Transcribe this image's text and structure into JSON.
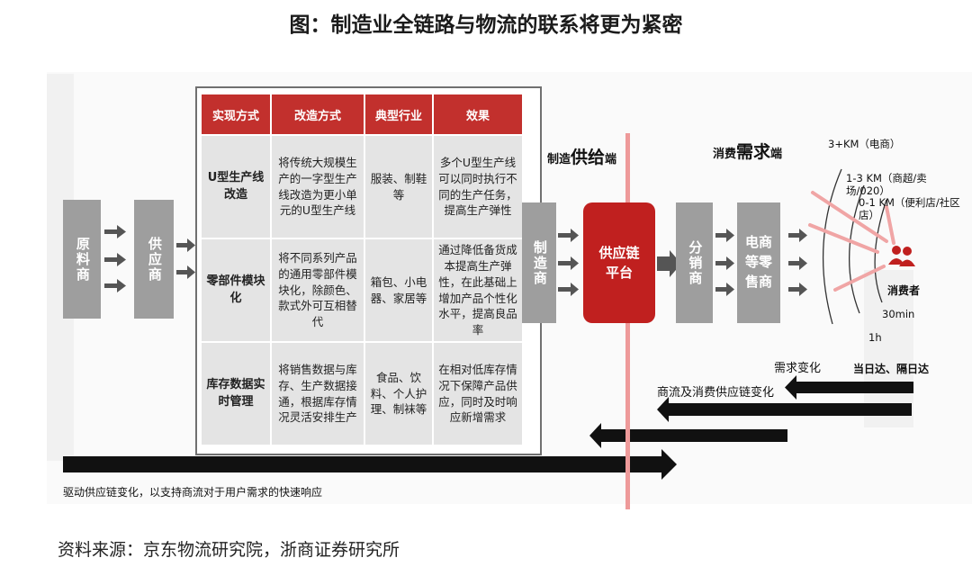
{
  "title": "图：制造业全链路与物流的联系将更为紧密",
  "boxes": {
    "raw_supplier": "原料商",
    "supplier": "供应商",
    "manufacturer": "制造商",
    "platform": "供应链平台",
    "distributor": "分销商",
    "retail": "电商等零售商"
  },
  "table": {
    "headers": [
      "实现方式",
      "改造方式",
      "典型行业",
      "效果"
    ],
    "rows": [
      [
        "U型生产线改造",
        "将传统大规模生产的一字型生产线改造为更小单元的U型生产线",
        "服装、制鞋等",
        "多个U型生产线可以同时执行不同的生产任务，提高生产弹性"
      ],
      [
        "零部件模块化",
        "将不同系列产品的通用零部件模块化，除颜色、款式外可互相替代",
        "箱包、小电器、家居等",
        "通过降低备货成本提高生产弹性，在此基础上增加产品个性化水平，提高良品率"
      ],
      [
        "库存数据实时管理",
        "将销售数据与库存、生产数据接通，根据库存情况灵活安排生产",
        "食品、饮料、个人护理、制袜等",
        "在相对低库存情况下保障产品供应，同时及时响应新增需求"
      ]
    ]
  },
  "side_labels": {
    "supply_pre": "制造",
    "supply_big": "供给",
    "supply_post": "端",
    "demand_pre": "消费",
    "demand_big": "需求",
    "demand_post": "端"
  },
  "distances": {
    "d1": "3+KM（电商）",
    "d2": "1-3 KM（商超/卖场/020）",
    "d3": "0-1 KM（便利店/社区店）",
    "consumer": "消费者",
    "t1": "30min",
    "t2": "1h",
    "delivery": "当日达、隔日达"
  },
  "arrows": {
    "demand_change": "需求变化",
    "chain_change": "商流及消费供应链变化",
    "drive": "驱动供应链变化，以支持商流对于用户需求的快速响应"
  },
  "source": "资料来源：京东物流研究院，浙商证券研究所",
  "colors": {
    "red": "#c0201f",
    "header_red": "#c2302d",
    "gray_box": "#9e9e9e",
    "cell_gray": "#e4e4e4",
    "pink_line": "#ee9a9a"
  }
}
